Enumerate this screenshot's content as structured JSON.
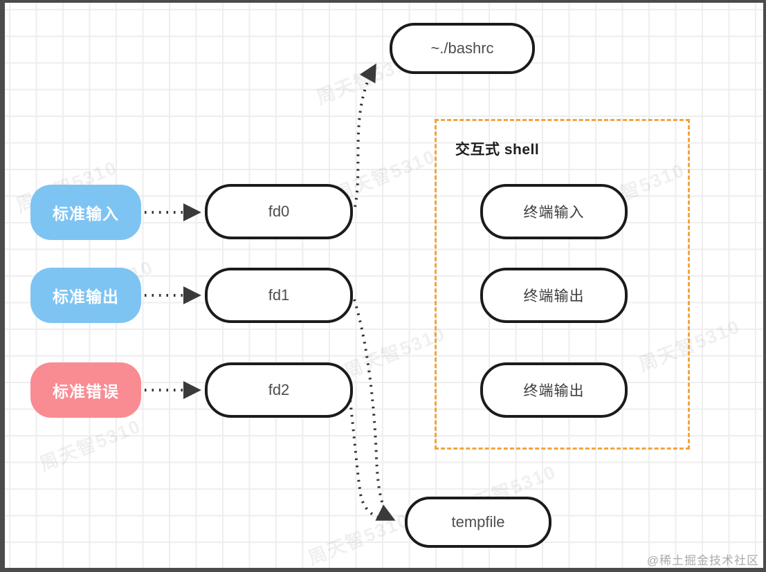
{
  "nodes": {
    "stdin": {
      "label": "标准输入"
    },
    "stdout": {
      "label": "标准输出"
    },
    "stderr": {
      "label": "标准错误"
    },
    "fd0": {
      "label": "fd0"
    },
    "fd1": {
      "label": "fd1"
    },
    "fd2": {
      "label": "fd2"
    },
    "bashrc": {
      "label": "~./bashrc"
    },
    "tempfile": {
      "label": "tempfile"
    },
    "shell": {
      "title": "交互式 shell"
    },
    "term_in": {
      "label": "终端输入"
    },
    "term_out1": {
      "label": "终端输出"
    },
    "term_out2": {
      "label": "终端输出"
    }
  },
  "colors": {
    "source_blue": "#7ec4f3",
    "source_pink": "#f98b92",
    "node_border": "#1b1b1b",
    "arrow": "#3a3a3a",
    "shell_border": "#f2a43e",
    "grid_line": "#eeeeee",
    "frame_border": "#4b4b4b"
  },
  "watermarks": {
    "diagonal_text": "周天智5310",
    "corner_text": "@稀土掘金技术社区"
  }
}
